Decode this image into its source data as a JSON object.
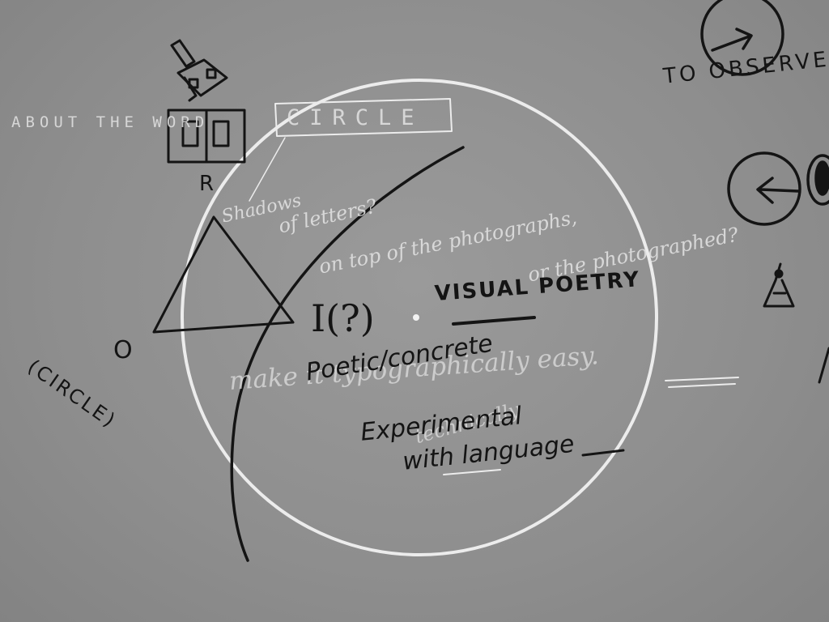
{
  "white_text": {
    "about": "ABOUT THE WORD",
    "circle_box": "CIRCLE",
    "shadows": "Shadows",
    "of_letters": "of letters?",
    "on_top": "on top of the photographs,",
    "photographed": "or the photographed?",
    "make_it": "make it typographically easy.",
    "technically": "technically"
  },
  "black_text": {
    "to_observe": "TO OBSERVE",
    "r": "R",
    "o": "O",
    "circle_paren": "(CIRCLE)",
    "i_question": "I(?)",
    "visual_poetry": "VISUAL POETRY",
    "poetic_concrete": "Poetic/concrete",
    "experimental": "Experimental",
    "with_language": "with language"
  },
  "colors": {
    "background": "#8f8f8f",
    "ink": "#141414",
    "chalk": "#ececec"
  }
}
